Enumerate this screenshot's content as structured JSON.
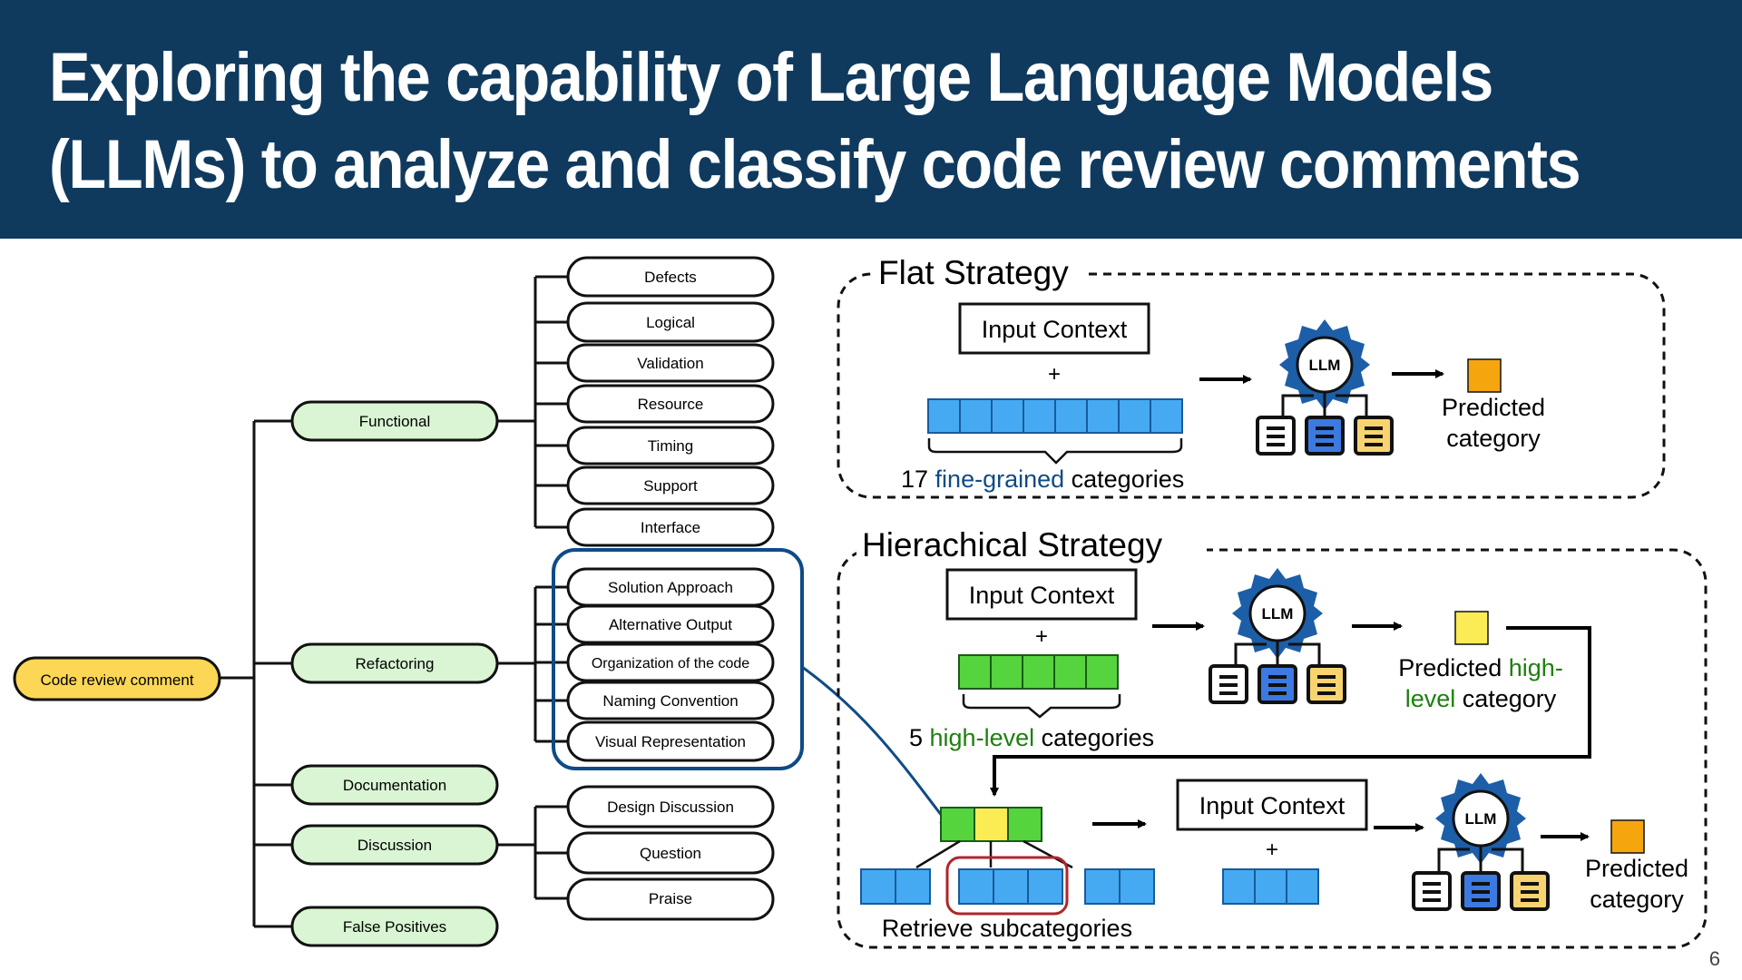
{
  "slide": {
    "title_line1": "Exploring the capability of Large Language Models",
    "title_line2": "(LLMs) to analyze and classify code review comments",
    "page_number": "6"
  },
  "taxonomy": {
    "root": "Code review comment",
    "groups": [
      {
        "label": "Functional",
        "children": [
          "Defects",
          "Logical",
          "Validation",
          "Resource",
          "Timing",
          "Support",
          "Interface"
        ]
      },
      {
        "label": "Refactoring",
        "children": [
          "Solution Approach",
          "Alternative Output",
          "Organization of the code",
          "Naming Convention",
          "Visual Representation"
        ]
      },
      {
        "label": "Documentation",
        "children": []
      },
      {
        "label": "Discussion",
        "children": [
          "Design Discussion",
          "Question",
          "Praise"
        ]
      },
      {
        "label": "False Positives",
        "children": []
      }
    ]
  },
  "flat": {
    "title": "Flat Strategy",
    "input_context": "Input Context",
    "plus": "+",
    "caption_prefix": "17 ",
    "caption_highlight": "fine-grained",
    "caption_suffix": " categories",
    "llm_label": "LLM",
    "predicted_line1": "Predicted",
    "predicted_line2": "category"
  },
  "hier": {
    "title": "Hierachical Strategy",
    "input_context_1": "Input Context",
    "plus_1": "+",
    "caption_prefix": "5 ",
    "caption_highlight": "high-level",
    "caption_suffix": " categories",
    "llm_label_1": "LLM",
    "pred1_a": "Predicted ",
    "pred1_b": "high-",
    "pred1_c": "level",
    "pred1_d": " category",
    "retrieve": "Retrieve subcategories",
    "input_context_2": "Input Context",
    "plus_2": "+",
    "llm_label_2": "LLM",
    "pred2_line1": "Predicted",
    "pred2_line2": "category"
  },
  "colors": {
    "banner": "#0f3a5e",
    "root_fill": "#fcd755",
    "group_fill": "#d9f5d3",
    "cell_blue": "#45aaf2",
    "cell_green": "#55d43e",
    "cell_yellow": "#fbeb55",
    "pred_orange": "#f5a60f",
    "accent_blue": "#0e4b86",
    "accent_green": "#1e7f10",
    "highlight_red": "#b0262b",
    "llm_gear": "#1d5ea8"
  }
}
